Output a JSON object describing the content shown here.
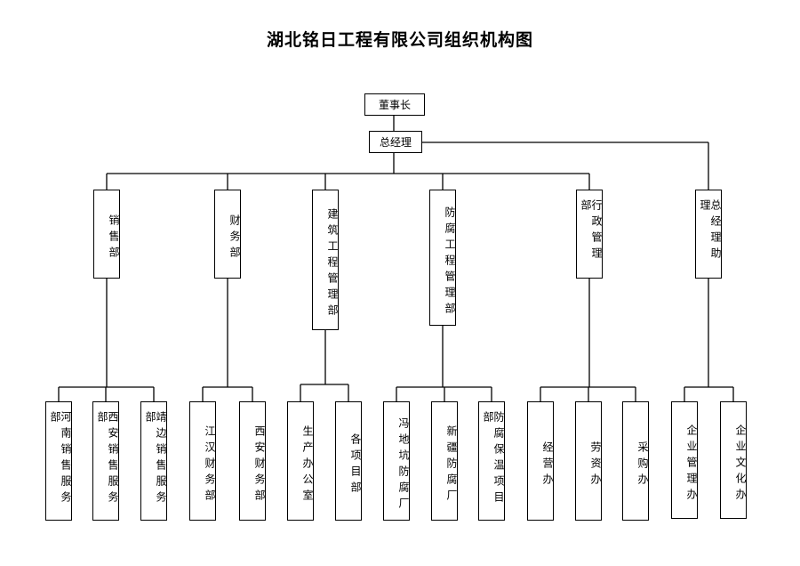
{
  "title": "湖北铭日工程有限公司组织机构图",
  "nodes": {
    "chairman": "董事长",
    "gm": "总经理",
    "sales": "销售部",
    "finance": "财务部",
    "construction": "建筑工程管理部",
    "anticorrosion": "防腐工程管理部",
    "admin": "行政管理部",
    "gm_assistant": "总经理助理",
    "henan_sales": "河南销售服务部",
    "xian_sales": "西安销售服务部",
    "jingbian_sales": "靖边销售服务部",
    "jianghan_finance": "江汉财务部",
    "xian_finance": "西安财务部",
    "production_office": "生产办公室",
    "project_depts": "各项目部",
    "fengdikeng_plant": "冯地坑防腐厂",
    "xinjiang_plant": "新疆防腐厂",
    "insulation_project": "防腐保温项目部",
    "operation_office": "经营办",
    "labor_office": "劳资办",
    "purchase_office": "采购办",
    "enterprise_mgmt": "企业管理办",
    "enterprise_culture": "企业文化办"
  }
}
